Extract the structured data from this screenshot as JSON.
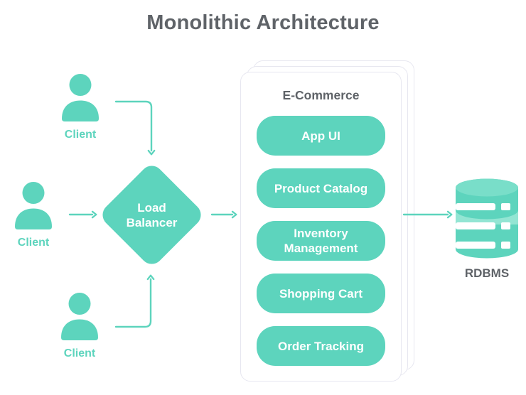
{
  "title": "Monolithic Architecture",
  "colors": {
    "teal": "#5dd4bd",
    "teal_top_surface": "#79dec9",
    "teal_mid_band": "#93e5d3",
    "heading_gray": "#5f6368",
    "card_border": "#e7e7f0",
    "background": "#ffffff",
    "module_text": "#ffffff"
  },
  "clients": [
    {
      "label": "Client"
    },
    {
      "label": "Client"
    },
    {
      "label": "Client"
    }
  ],
  "load_balancer": {
    "label": "Load Balancer"
  },
  "ecommerce": {
    "title": "E-Commerce",
    "modules": [
      "App UI",
      "Product Catalog",
      "Inventory Management",
      "Shopping Cart",
      "Order Tracking"
    ],
    "stacked_cards": 3
  },
  "database": {
    "label": "RDBMS"
  },
  "icons": {
    "client": "person-icon",
    "database": "database-cylinder-icon",
    "connectors": "teal-elbow-arrows"
  }
}
